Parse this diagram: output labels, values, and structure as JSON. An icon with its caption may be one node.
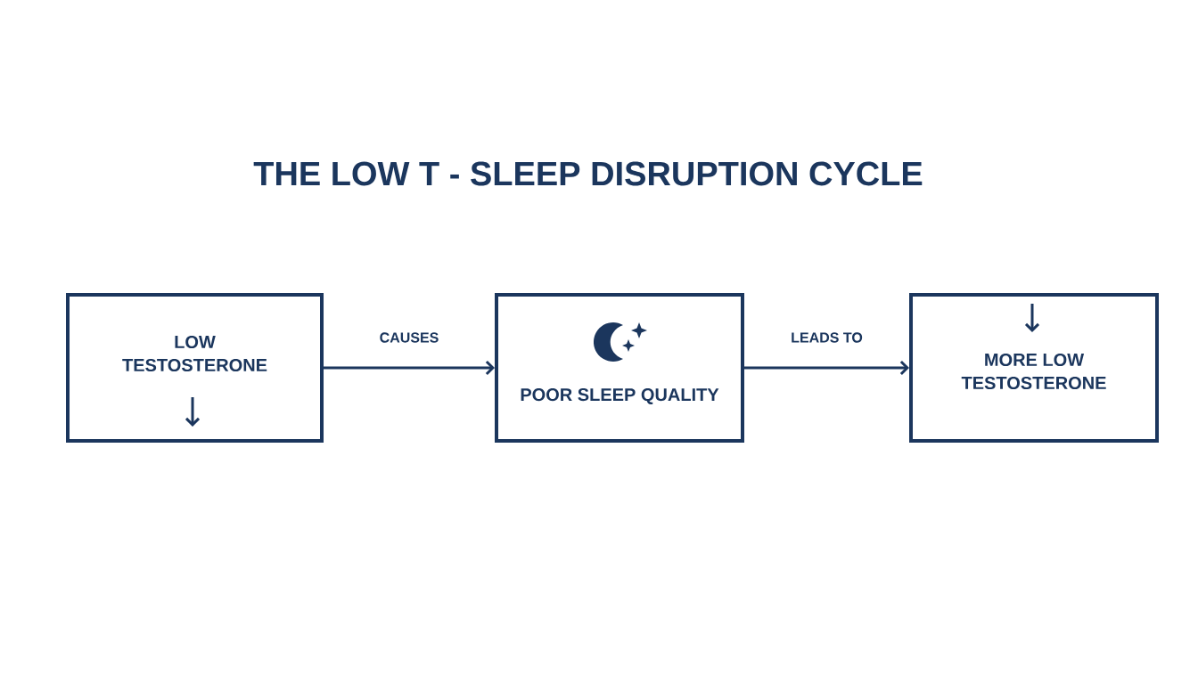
{
  "diagram": {
    "title": "THE LOW T - SLEEP DISRUPTION CYCLE",
    "nodes": [
      {
        "text": [
          "LOW TESTOSTERONE"
        ]
      },
      {
        "text": [
          "POOR SLEEP QUALITY"
        ]
      },
      {
        "text": [
          "MORE LOW TESTOSTERONE"
        ]
      }
    ],
    "edges": [
      {
        "from": 0,
        "to": 1,
        "arrow": "to",
        "label": "CAUSES"
      },
      {
        "from": 1,
        "to": 2,
        "arrow": "to",
        "label": "LEADS TO"
      }
    ]
  }
}
